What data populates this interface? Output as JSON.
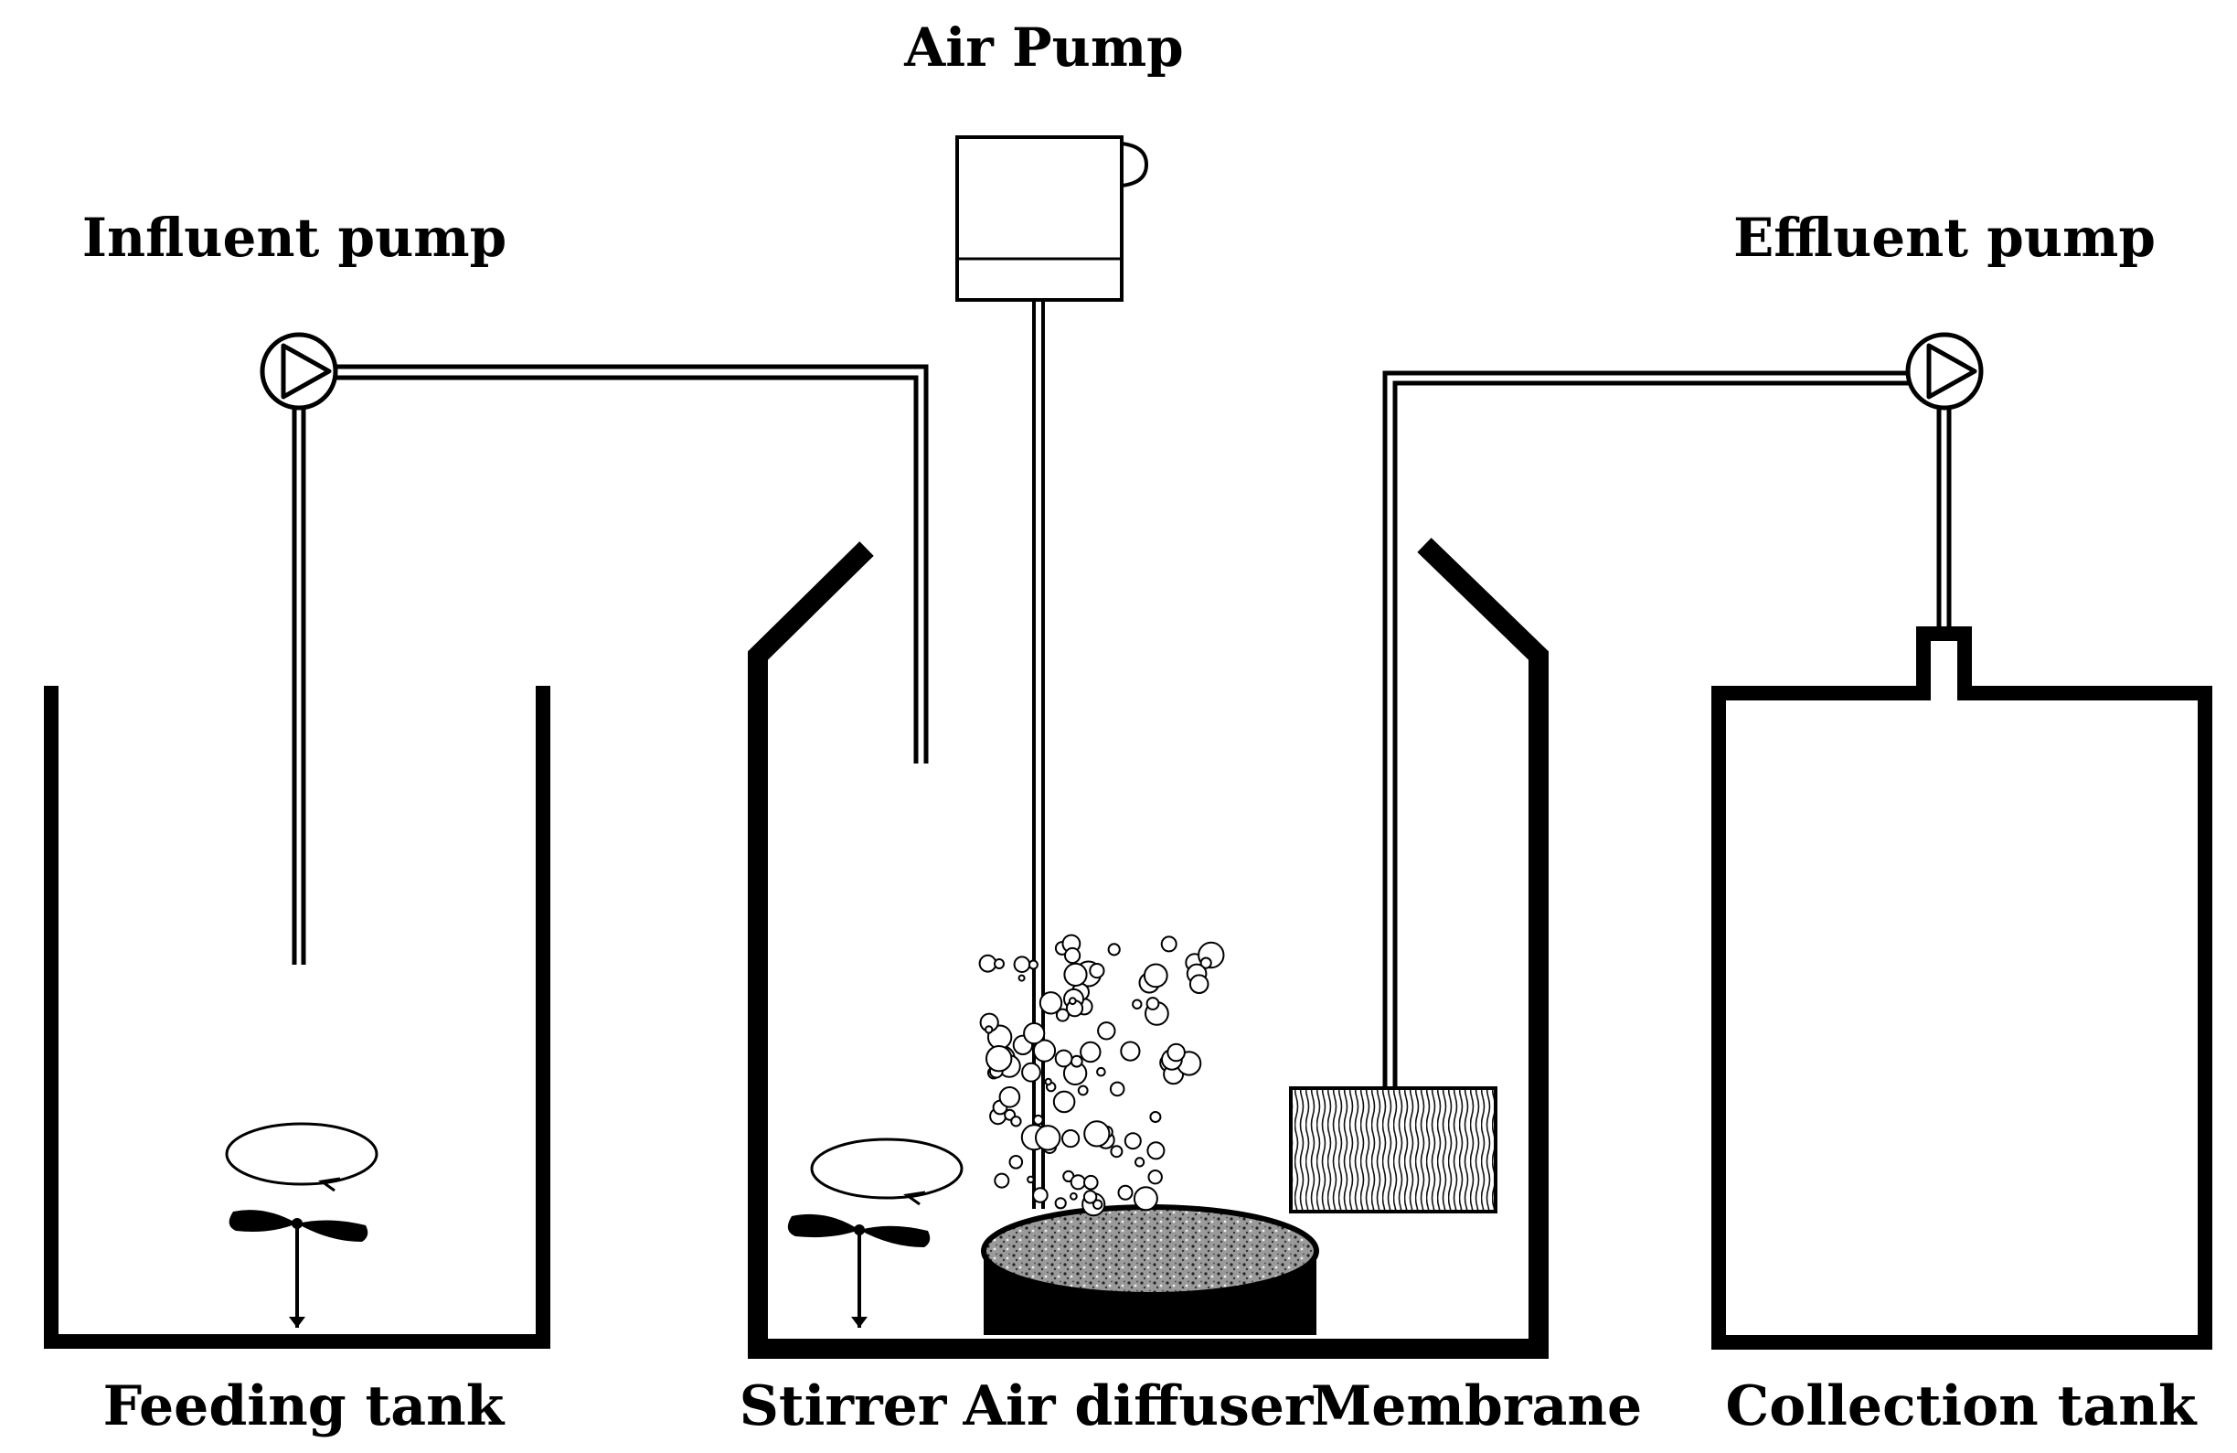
{
  "labels": {
    "air_pump": "Air Pump",
    "influent_pump": "Influent pump",
    "effluent_pump": "Effluent pump",
    "feeding_tank": "Feeding tank",
    "stirrer": "Stirrer",
    "air_diffuser": "Air diffuser",
    "membrane": "Membrane",
    "collection_tank": "Collection tank"
  },
  "colors": {
    "line": "#000000",
    "background": "#ffffff",
    "diffuser_top": "#8a8a8a",
    "membrane_fill": "#ffffff"
  }
}
